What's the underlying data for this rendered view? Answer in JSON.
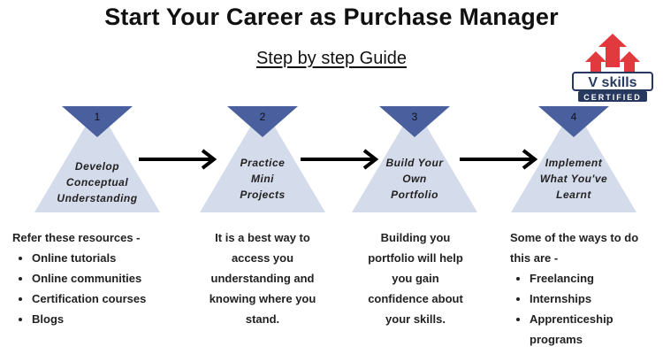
{
  "header": {
    "title": "Start Your Career as Purchase Manager",
    "subtitle": "Step by step Guide"
  },
  "logo": {
    "brand": "V skills",
    "tagline": "CERTIFIED"
  },
  "steps": [
    {
      "number": "1",
      "label_lines": [
        "Develop",
        "Conceptual",
        "Understanding"
      ],
      "description_intro": "Refer these resources -",
      "bullets": [
        "Online tutorials",
        "Online communities",
        "Certification courses",
        "Blogs"
      ]
    },
    {
      "number": "2",
      "label_lines": [
        "Practice",
        "Mini",
        "Projects"
      ],
      "description_lines": [
        "It is a best way to",
        "access you",
        "understanding and",
        "knowing where you",
        "stand."
      ]
    },
    {
      "number": "3",
      "label_lines": [
        "Build Your",
        "Own",
        "Portfolio"
      ],
      "description_lines": [
        "Building you",
        "portfolio will help",
        "you gain",
        "confidence about",
        "your skills."
      ]
    },
    {
      "number": "4",
      "label_lines": [
        "Implement",
        "What You've",
        "Learnt"
      ],
      "description_intro_lines": [
        "Some of the ways to do",
        "this are -"
      ],
      "bullets": [
        "Freelancing",
        "Internships",
        "Apprenticeship programs"
      ]
    }
  ],
  "colors": {
    "triangle_fill": "#d4dbea",
    "number_fill": "#4a5f9e",
    "arrow": "#000000",
    "logo_red": "#e03a3e",
    "logo_navy": "#27395f"
  }
}
